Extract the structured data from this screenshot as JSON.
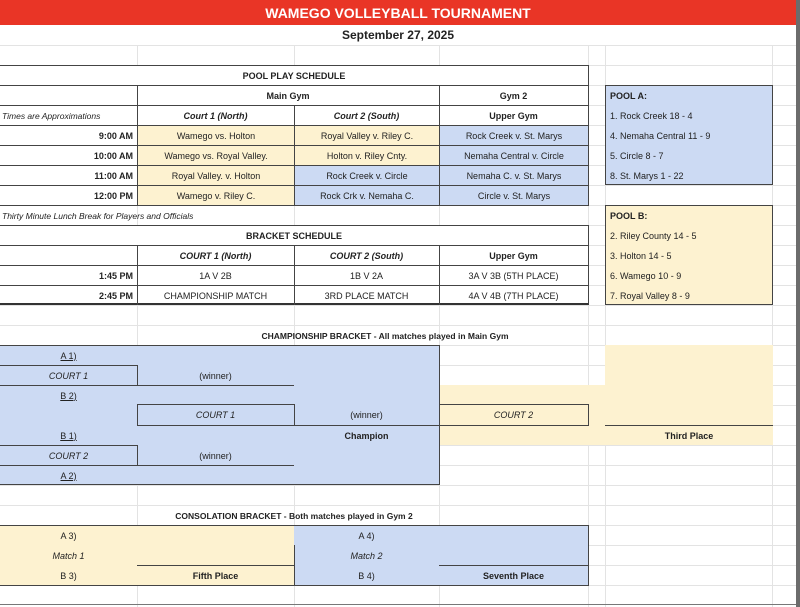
{
  "header": {
    "title": "WAMEGO VOLLEYBALL TOURNAMENT",
    "date": "September 27, 2025",
    "title_bg": "#e93526"
  },
  "pool_play": {
    "title": "POOL PLAY SCHEDULE",
    "main_gym": "Main Gym",
    "gym2": "Gym 2",
    "note": "Times are Approximations",
    "columns": [
      "Court 1 (North)",
      "Court 2 (South)",
      "Upper Gym"
    ],
    "rows": [
      {
        "time": "9:00 AM",
        "court1": "Wamego vs. Holton",
        "court2": "Royal Valley v. Riley C.",
        "upper": "Rock Creek v. St. Marys"
      },
      {
        "time": "10:00 AM",
        "court1": "Wamego vs. Royal Valley.",
        "court2": "Holton v. Riley Cnty.",
        "upper": "Nemaha Central v. Circle"
      },
      {
        "time": "11:00 AM",
        "court1": "Royal Valley. v. Holton",
        "court2": "Rock Creek v. Circle",
        "upper": "Nemaha C. v. St. Marys"
      },
      {
        "time": "12:00 PM",
        "court1": "Wamego v. Riley C.",
        "court2": "Rock Crk v. Nemaha C.",
        "upper": "Circle v. St. Marys"
      }
    ],
    "lunch_note": "Thirty Minute Lunch Break for Players and Officials"
  },
  "bracket_schedule": {
    "title": "BRACKET SCHEDULE",
    "columns": [
      "COURT 1 (North)",
      "COURT 2 (South)",
      "Upper Gym"
    ],
    "rows": [
      {
        "time": "1:45 PM",
        "court1": "1A V 2B",
        "court2": "1B V 2A",
        "upper": "3A V 3B (5TH PLACE)"
      },
      {
        "time": "2:45 PM",
        "court1": "CHAMPIONSHIP MATCH",
        "court2": "3RD PLACE MATCH",
        "upper": "4A V 4B (7TH PLACE)"
      }
    ]
  },
  "pools": {
    "a": {
      "title": "POOL A:",
      "teams": [
        "1.  Rock Creek 18 - 4",
        "4.  Nemaha Central 11 - 9",
        "5.  Circle 8 - 7",
        "8.  St. Marys 1 - 22"
      ],
      "color": "#ccdaf3"
    },
    "b": {
      "title": "POOL B:",
      "teams": [
        "2.  Riley County 14 - 5",
        "3.  Holton 14 - 5",
        "6.  Wamego 10 - 9",
        "7.  Royal Valley 8 - 9"
      ],
      "color": "#fdf2d0"
    }
  },
  "championship": {
    "title": "CHAMPIONSHIP BRACKET - All matches played in Main Gym",
    "seed_a1": "A 1)",
    "court1_top": "COURT 1",
    "winner1": "(winner)",
    "seed_b2": "B 2)",
    "court1_final": "COURT 1",
    "winner_final": "(winner)",
    "court2_third": "COURT 2",
    "seed_b1": "B 1)",
    "champion": "Champion",
    "third_place": "Third Place",
    "court2_bottom": "COURT 2",
    "winner2": "(winner)",
    "seed_a2": "A 2)"
  },
  "consolation": {
    "title": "CONSOLATION BRACKET - Both matches played in Gym 2",
    "seed_a3": "A 3)",
    "match1": "Match 1",
    "seed_b3": "B 3)",
    "fifth_place": "Fifth Place",
    "seed_a4": "A 4)",
    "match2": "Match 2",
    "seed_b4": "B 4)",
    "seventh_place": "Seventh Place"
  }
}
